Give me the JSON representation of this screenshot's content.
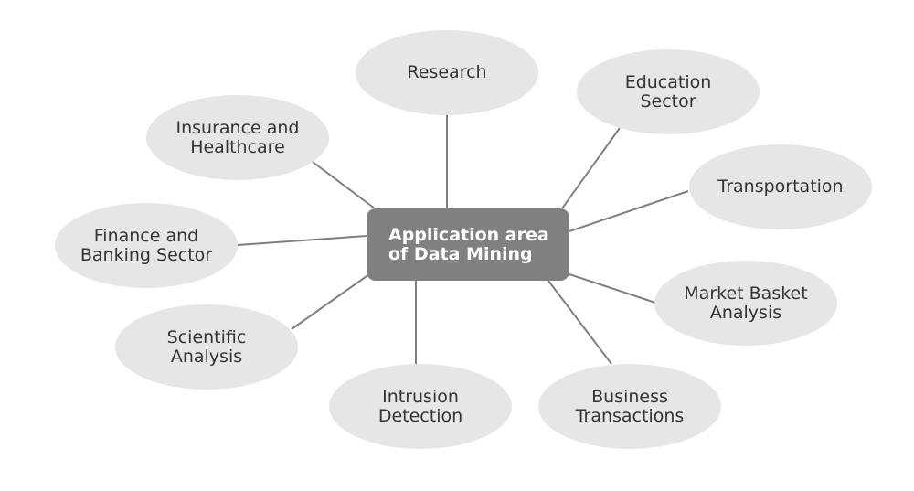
{
  "diagram": {
    "center": {
      "line1": "Application area",
      "line2": "of Data Mining"
    },
    "nodes": [
      {
        "id": "research",
        "line1": "Research",
        "line2": ""
      },
      {
        "id": "education-sector",
        "line1": "Education",
        "line2": "Sector"
      },
      {
        "id": "transportation",
        "line1": "Transportation",
        "line2": ""
      },
      {
        "id": "market-basket-analysis",
        "line1": "Market Basket",
        "line2": "Analysis"
      },
      {
        "id": "business-transactions",
        "line1": "Business",
        "line2": "Transactions"
      },
      {
        "id": "intrusion-detection",
        "line1": "Intrusion",
        "line2": "Detection"
      },
      {
        "id": "scientific-analysis",
        "line1": "Scientific",
        "line2": "Analysis"
      },
      {
        "id": "finance-banking",
        "line1": "Finance and",
        "line2": "Banking Sector"
      },
      {
        "id": "insurance-healthcare",
        "line1": "Insurance and",
        "line2": "Healthcare"
      }
    ],
    "colors": {
      "center_fill": "#808080",
      "node_fill": "#e6e6e6",
      "line": "#7f7f7f",
      "text": "#333333"
    }
  }
}
